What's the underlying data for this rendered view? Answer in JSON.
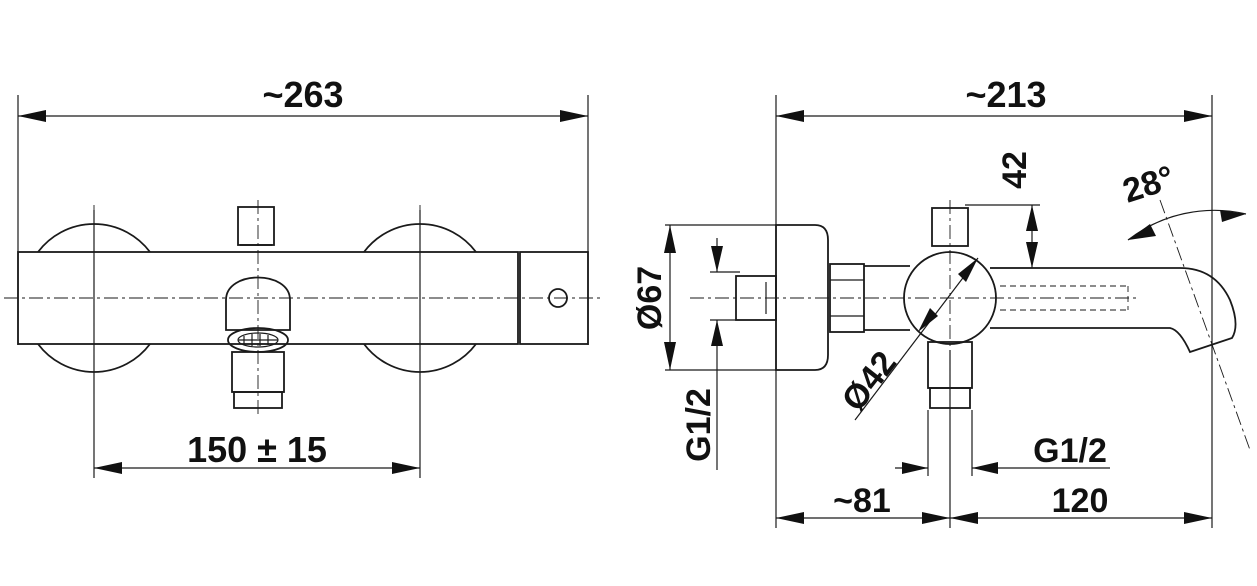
{
  "front_view": {
    "overall_width": "~263",
    "center_distance": "150 ± 15"
  },
  "side_view": {
    "overall_depth": "~213",
    "diameter_rosette": "Ø67",
    "diameter_body": "Ø42",
    "spout_height": "42",
    "spout_angle": "28°",
    "inlet_thread": "G1/2",
    "outlet_thread": "G1/2",
    "wall_to_axis": "~81",
    "axis_to_spout": "120"
  }
}
